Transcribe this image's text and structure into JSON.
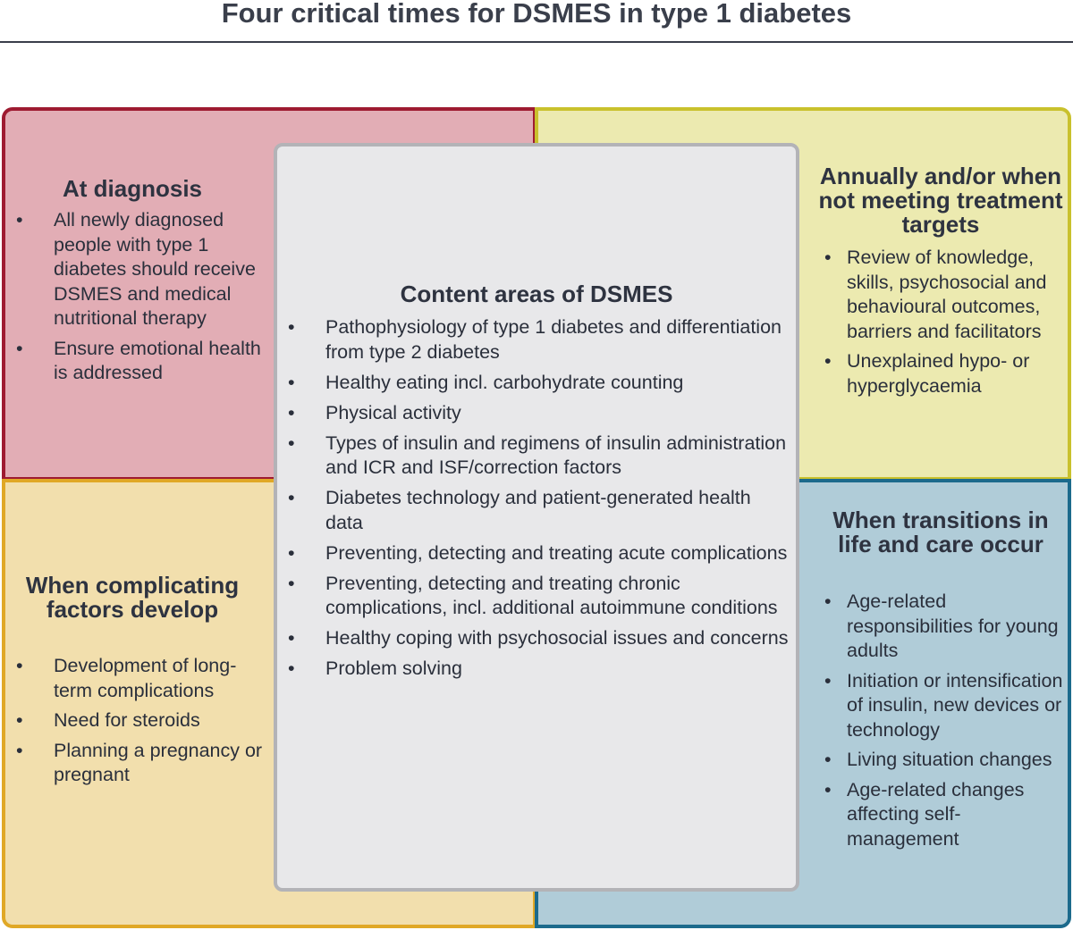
{
  "title": "Four critical times for DSMES in type 1 diabetes",
  "colors": {
    "diagnosis_fill": "#e2adb5",
    "diagnosis_border": "#9e1b31",
    "annual_fill": "#eceab0",
    "annual_border": "#c9c12d",
    "complicating_fill": "#f2dfad",
    "complicating_border": "#e0a826",
    "transitions_fill": "#b0ccd8",
    "transitions_border": "#1c6a8c",
    "center_fill": "#e8e8ea",
    "center_border": "#b3b3b7"
  },
  "diagnosis": {
    "heading": "At diagnosis",
    "items": [
      "All newly diagnosed people with type 1 diabetes should receive DSMES and medical nutritional therapy",
      "Ensure emotional health is addressed"
    ]
  },
  "annual": {
    "heading": "Annually and/or when not meeting treatment targets",
    "items": [
      "Review of knowledge, skills, psychosocial and behavioural outcomes, barriers and facilitators",
      "Unexplained hypo- or hyperglycaemia"
    ]
  },
  "complicating": {
    "heading": "When complicating factors develop",
    "items": [
      "Development of long-term complications",
      "Need for steroids",
      "Planning a pregnancy or pregnant"
    ]
  },
  "transitions": {
    "heading": "When transitions in life and care occur",
    "items": [
      "Age-related responsibilities for young adults",
      "Initiation or intensification of insulin, new devices or technology",
      "Living situation changes",
      "Age-related changes affecting self-management"
    ]
  },
  "center": {
    "heading": "Content areas of DSMES",
    "items": [
      "Pathophysiology of type 1 diabetes and differentiation from type 2 diabetes",
      "Healthy eating incl. carbohydrate counting",
      "Physical activity",
      "Types of insulin and regimens of insulin administration and ICR and ISF/correction factors",
      "Diabetes technology and patient-generated health data",
      "Preventing, detecting and treating acute complications",
      "Preventing, detecting and treating chronic complications, incl. additional autoimmune conditions",
      "Healthy coping with psychosocial issues and concerns",
      "Problem solving"
    ]
  }
}
